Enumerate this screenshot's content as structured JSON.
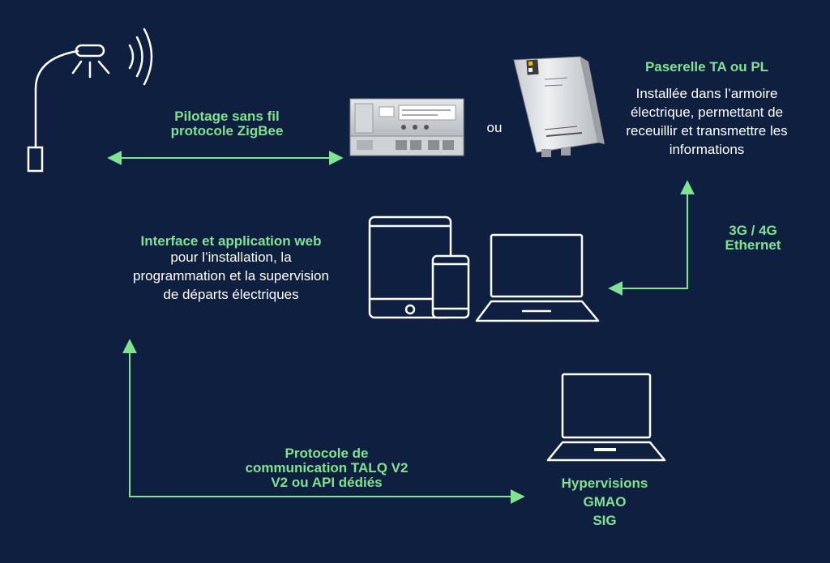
{
  "colors": {
    "background": "#0f1f3f",
    "accent": "#7fe38f",
    "text": "#ffffff"
  },
  "icons": [
    "street-lamp-icon",
    "signal-waves-icon",
    "din-rail-module-icon",
    "gateway-box-icon",
    "tablet-icon",
    "smartphone-icon",
    "laptop-icon"
  ],
  "zigbee": {
    "line1": "Pilotage sans fil",
    "line2": "protocole ZigBee"
  },
  "or_text": "ou",
  "gateway": {
    "title": "Paserelle TA ou PL",
    "desc": [
      "Installée dans l’armoire",
      "électrique, permettant de",
      "receuillir et transmettre les",
      "informations"
    ]
  },
  "network": {
    "line1": "3G / 4G",
    "line2": "Ethernet"
  },
  "webapp": {
    "title": "Interface et application web",
    "desc": [
      "pour l’installation, la",
      "programmation et la supervision",
      "de départs électriques"
    ]
  },
  "talq": {
    "lines": [
      "Protocole de",
      "communication TALQ V2",
      "V2 ou API dédiés"
    ]
  },
  "hypervision": {
    "lines": [
      "Hypervisions",
      "GMAO",
      "SIG"
    ]
  }
}
